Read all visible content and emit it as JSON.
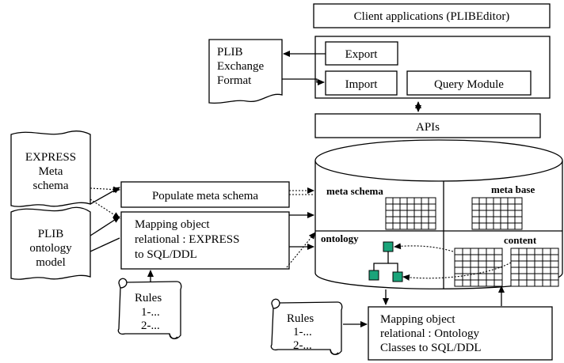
{
  "client_applications": "Client applications (PLIBEditor)",
  "export": "Export",
  "import": "Import",
  "query_module": "Query Module",
  "apis": "APIs",
  "plib_exchange_format": [
    "PLIB",
    "Exchange",
    "Format"
  ],
  "express_meta_schema": [
    "EXPRESS",
    "Meta",
    "schema"
  ],
  "plib_ontology_model": [
    "PLIB",
    "ontology",
    "model"
  ],
  "populate_meta_schema": "Populate meta schema",
  "mapping_express": [
    "Mapping object",
    "relational : EXPRESS",
    "to SQL/DDL"
  ],
  "rules_left": [
    "Rules",
    "1-...",
    "2-..."
  ],
  "rules_bottom": [
    "Rules",
    "1-...",
    "2-..."
  ],
  "mapping_ontology": [
    "Mapping object",
    "relational : Ontology",
    "Classes to SQL/DDL"
  ],
  "db_quadrants": {
    "meta_schema": "meta schema",
    "meta_base": "meta base",
    "ontology": "ontology",
    "content": "content"
  },
  "colors": {
    "ontology_node": "#1aa47a"
  }
}
